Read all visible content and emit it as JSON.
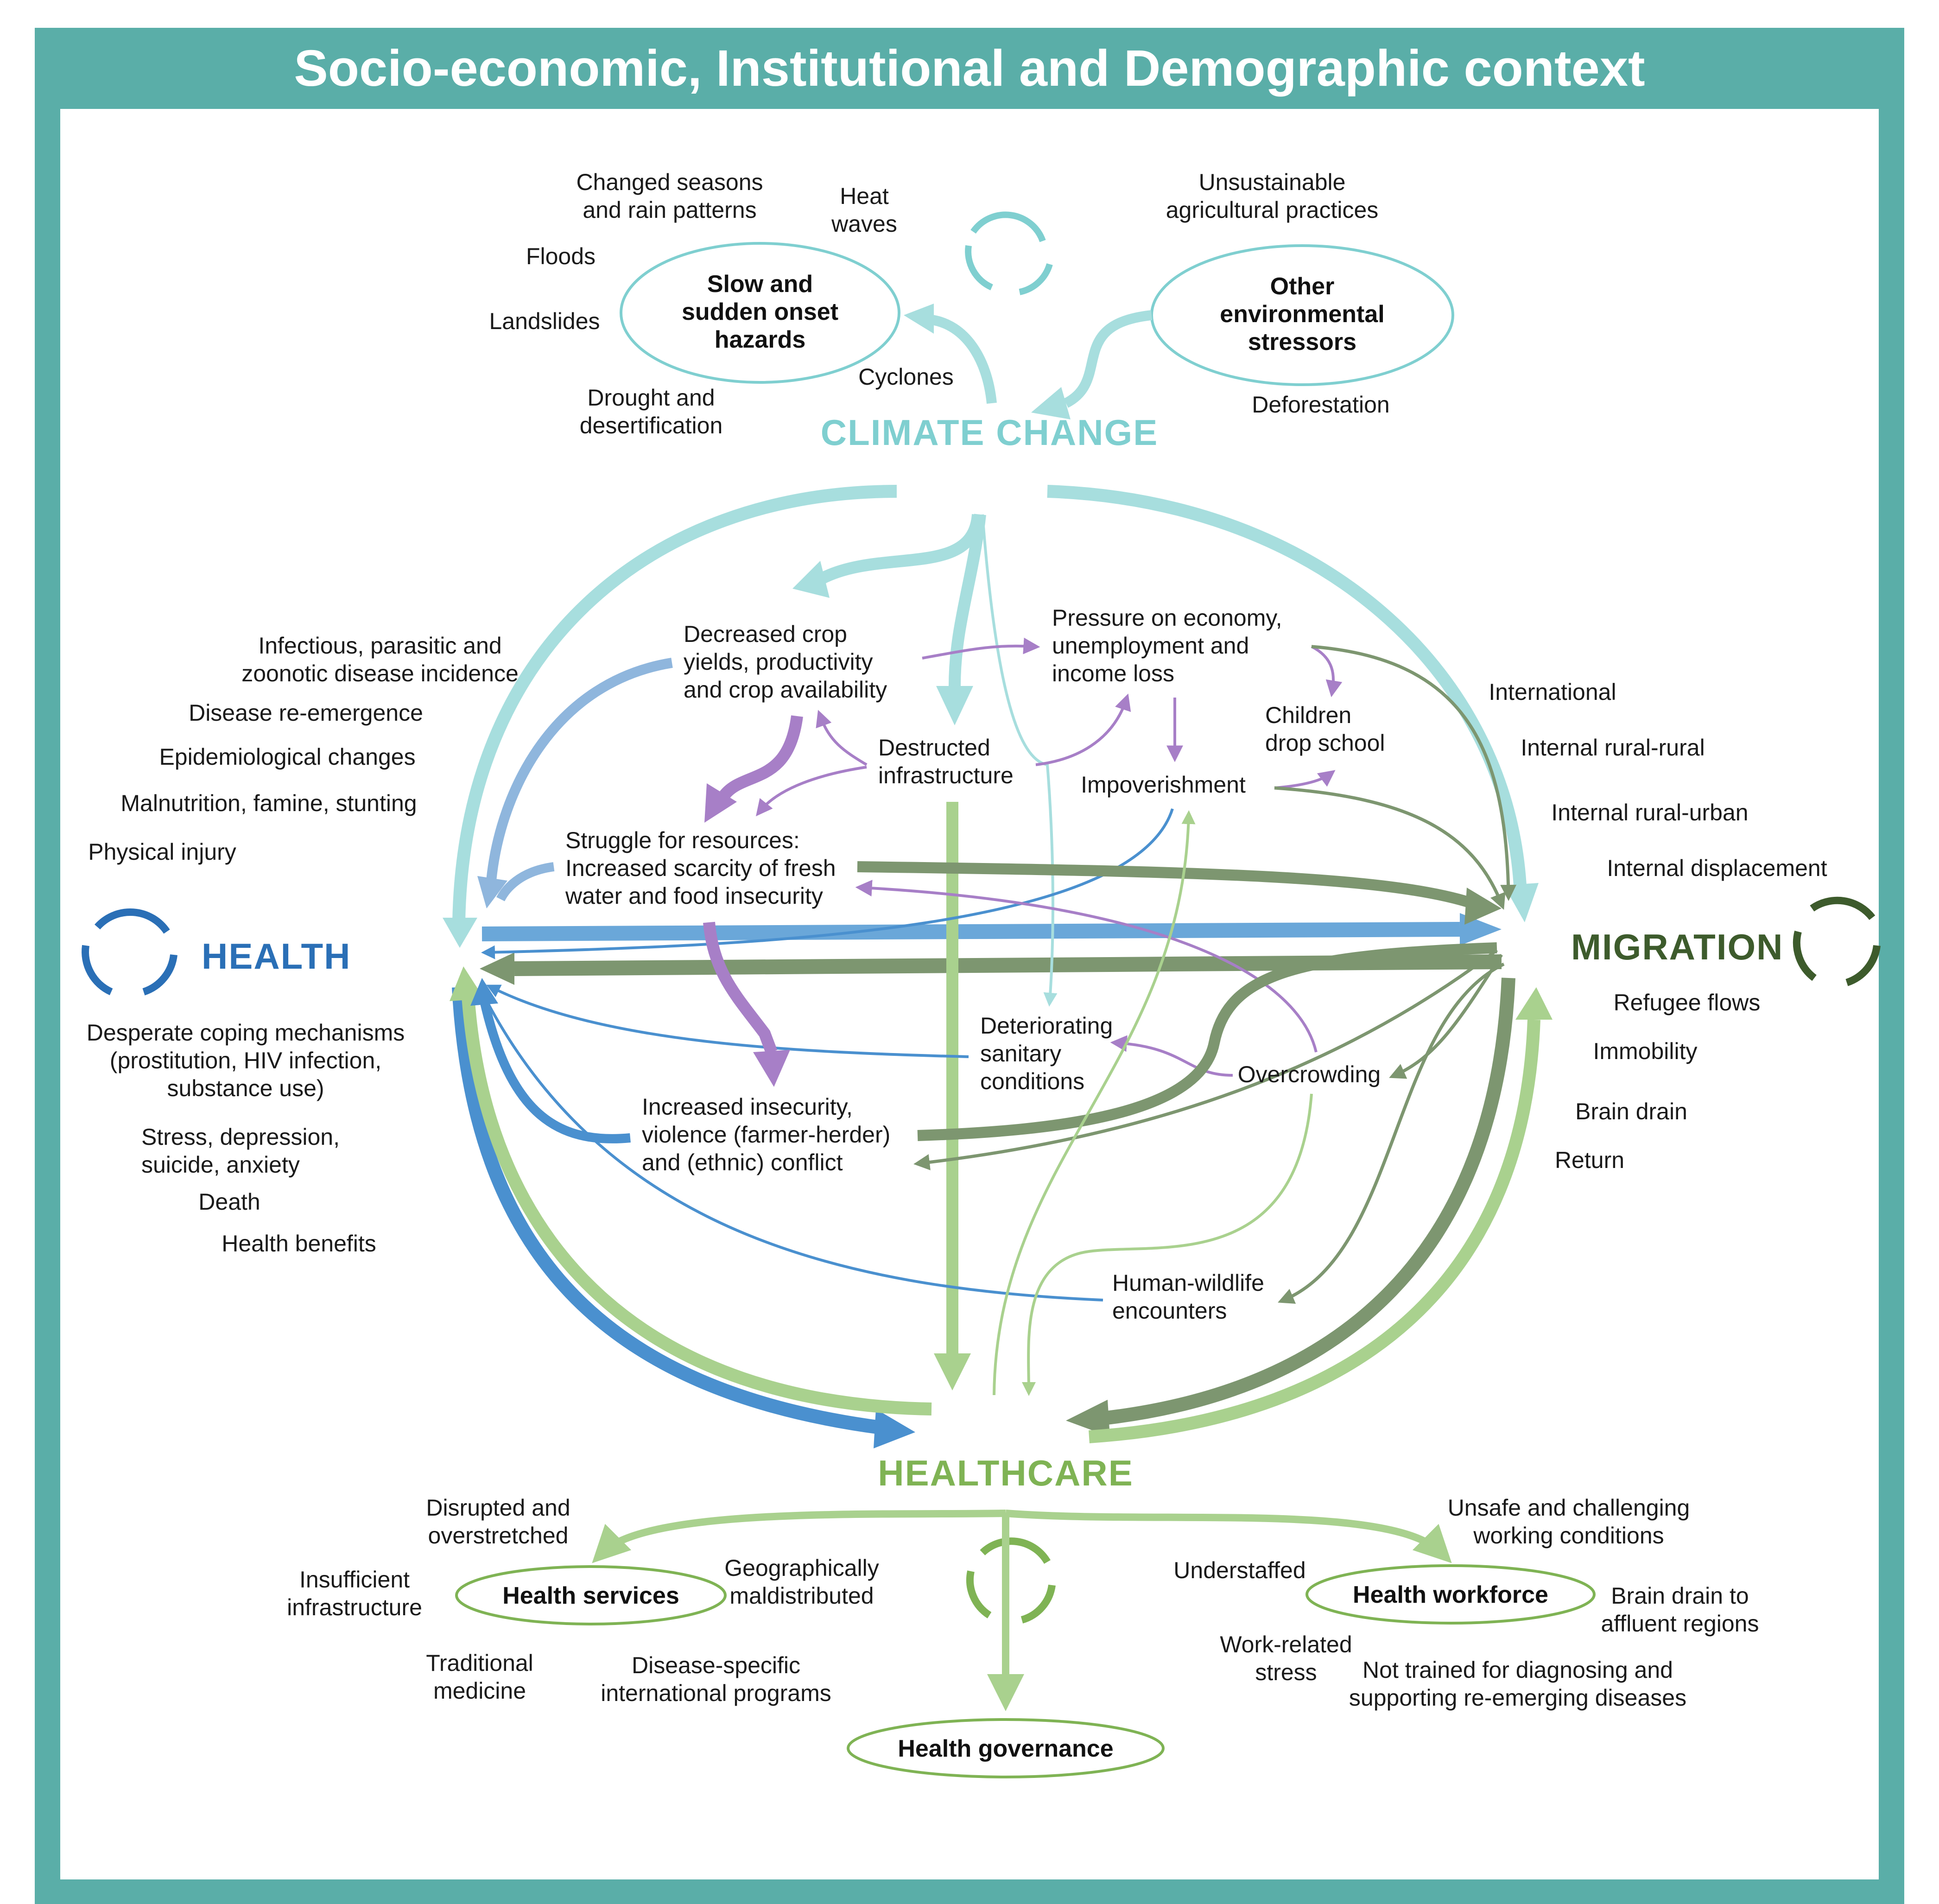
{
  "title": "Socio-economic, Institutional and Demographic context",
  "colors": {
    "frame": "#5aaea8",
    "climate": "#a7dede",
    "health": "#4a90cf",
    "health_light": "#8fb6dd",
    "migration": "#7d9670",
    "healthcare": "#a9d18e",
    "purple": "#a77fc7",
    "dark_green": "#3d5b2c"
  },
  "hubs": {
    "climate": "CLIMATE CHANGE",
    "health": "HEALTH",
    "migration": "MIGRATION",
    "healthcare": "HEALTHCARE"
  },
  "climate_ellipses": {
    "hazards": [
      "Slow and",
      "sudden onset",
      "hazards"
    ],
    "stressors": [
      "Other",
      "environmental",
      "stressors"
    ]
  },
  "climate_labels": {
    "changed_seasons": [
      "Changed seasons",
      "and rain patterns"
    ],
    "heat_waves": [
      "Heat",
      "waves"
    ],
    "floods": "Floods",
    "landslides": "Landslides",
    "cyclones": "Cyclones",
    "drought": [
      "Drought and",
      "desertification"
    ],
    "unsustainable": [
      "Unsustainable",
      "agricultural practices"
    ],
    "deforestation": "Deforestation"
  },
  "health_labels": {
    "infectious": [
      "Infectious, parasitic and",
      "zoonotic disease incidence"
    ],
    "reemergence": "Disease re-emergence",
    "epidemiological": "Epidemiological changes",
    "malnutrition": "Malnutrition, famine, stunting",
    "injury": "Physical injury",
    "coping": [
      "Desperate coping mechanisms",
      "(prostitution, HIV infection,",
      "substance use)"
    ],
    "stress": [
      "Stress, depression,",
      "suicide, anxiety"
    ],
    "death": "Death",
    "benefits": "Health benefits"
  },
  "migration_labels": {
    "international": "International",
    "rural_rural": "Internal rural-rural",
    "rural_urban": "Internal rural-urban",
    "displacement": "Internal displacement",
    "refugee": "Refugee flows",
    "immobility": "Immobility",
    "brain_drain": "Brain drain",
    "return": "Return"
  },
  "center_labels": {
    "crop": [
      "Decreased crop",
      "yields, productivity",
      "and crop availability"
    ],
    "economy": [
      "Pressure on economy,",
      "unemployment and",
      "income loss"
    ],
    "children": [
      "Children",
      "drop school"
    ],
    "infrastructure": [
      "Destructed",
      "infrastructure"
    ],
    "impoverishment": "Impoverishment",
    "struggle": [
      "Struggle for resources:",
      "Increased scarcity of fresh",
      "water and food insecurity"
    ],
    "sanitary": [
      "Deteriorating",
      "sanitary",
      "conditions"
    ],
    "overcrowding": "Overcrowding",
    "insecurity": [
      "Increased insecurity,",
      "violence (farmer-herder)",
      "and (ethnic) conflict"
    ],
    "wildlife": [
      "Human-wildlife",
      "encounters"
    ]
  },
  "healthcare_ellipses": {
    "services": "Health services",
    "workforce": "Health workforce",
    "governance": "Health governance"
  },
  "healthcare_labels": {
    "disrupted": [
      "Disrupted and",
      "overstretched"
    ],
    "insufficient": [
      "Insufficient",
      "infrastructure"
    ],
    "geographically": [
      "Geographically",
      "maldistributed"
    ],
    "traditional": [
      "Traditional",
      "medicine"
    ],
    "disease_specific": [
      "Disease-specific",
      "international programs"
    ],
    "understaffed": "Understaffed",
    "unsafe": [
      "Unsafe and challenging",
      "working conditions"
    ],
    "brain_drain_affluent": [
      "Brain drain to",
      "affluent regions"
    ],
    "work_stress": [
      "Work-related",
      "stress"
    ],
    "not_trained": [
      "Not trained for diagnosing and",
      "supporting re-emerging diseases"
    ]
  }
}
